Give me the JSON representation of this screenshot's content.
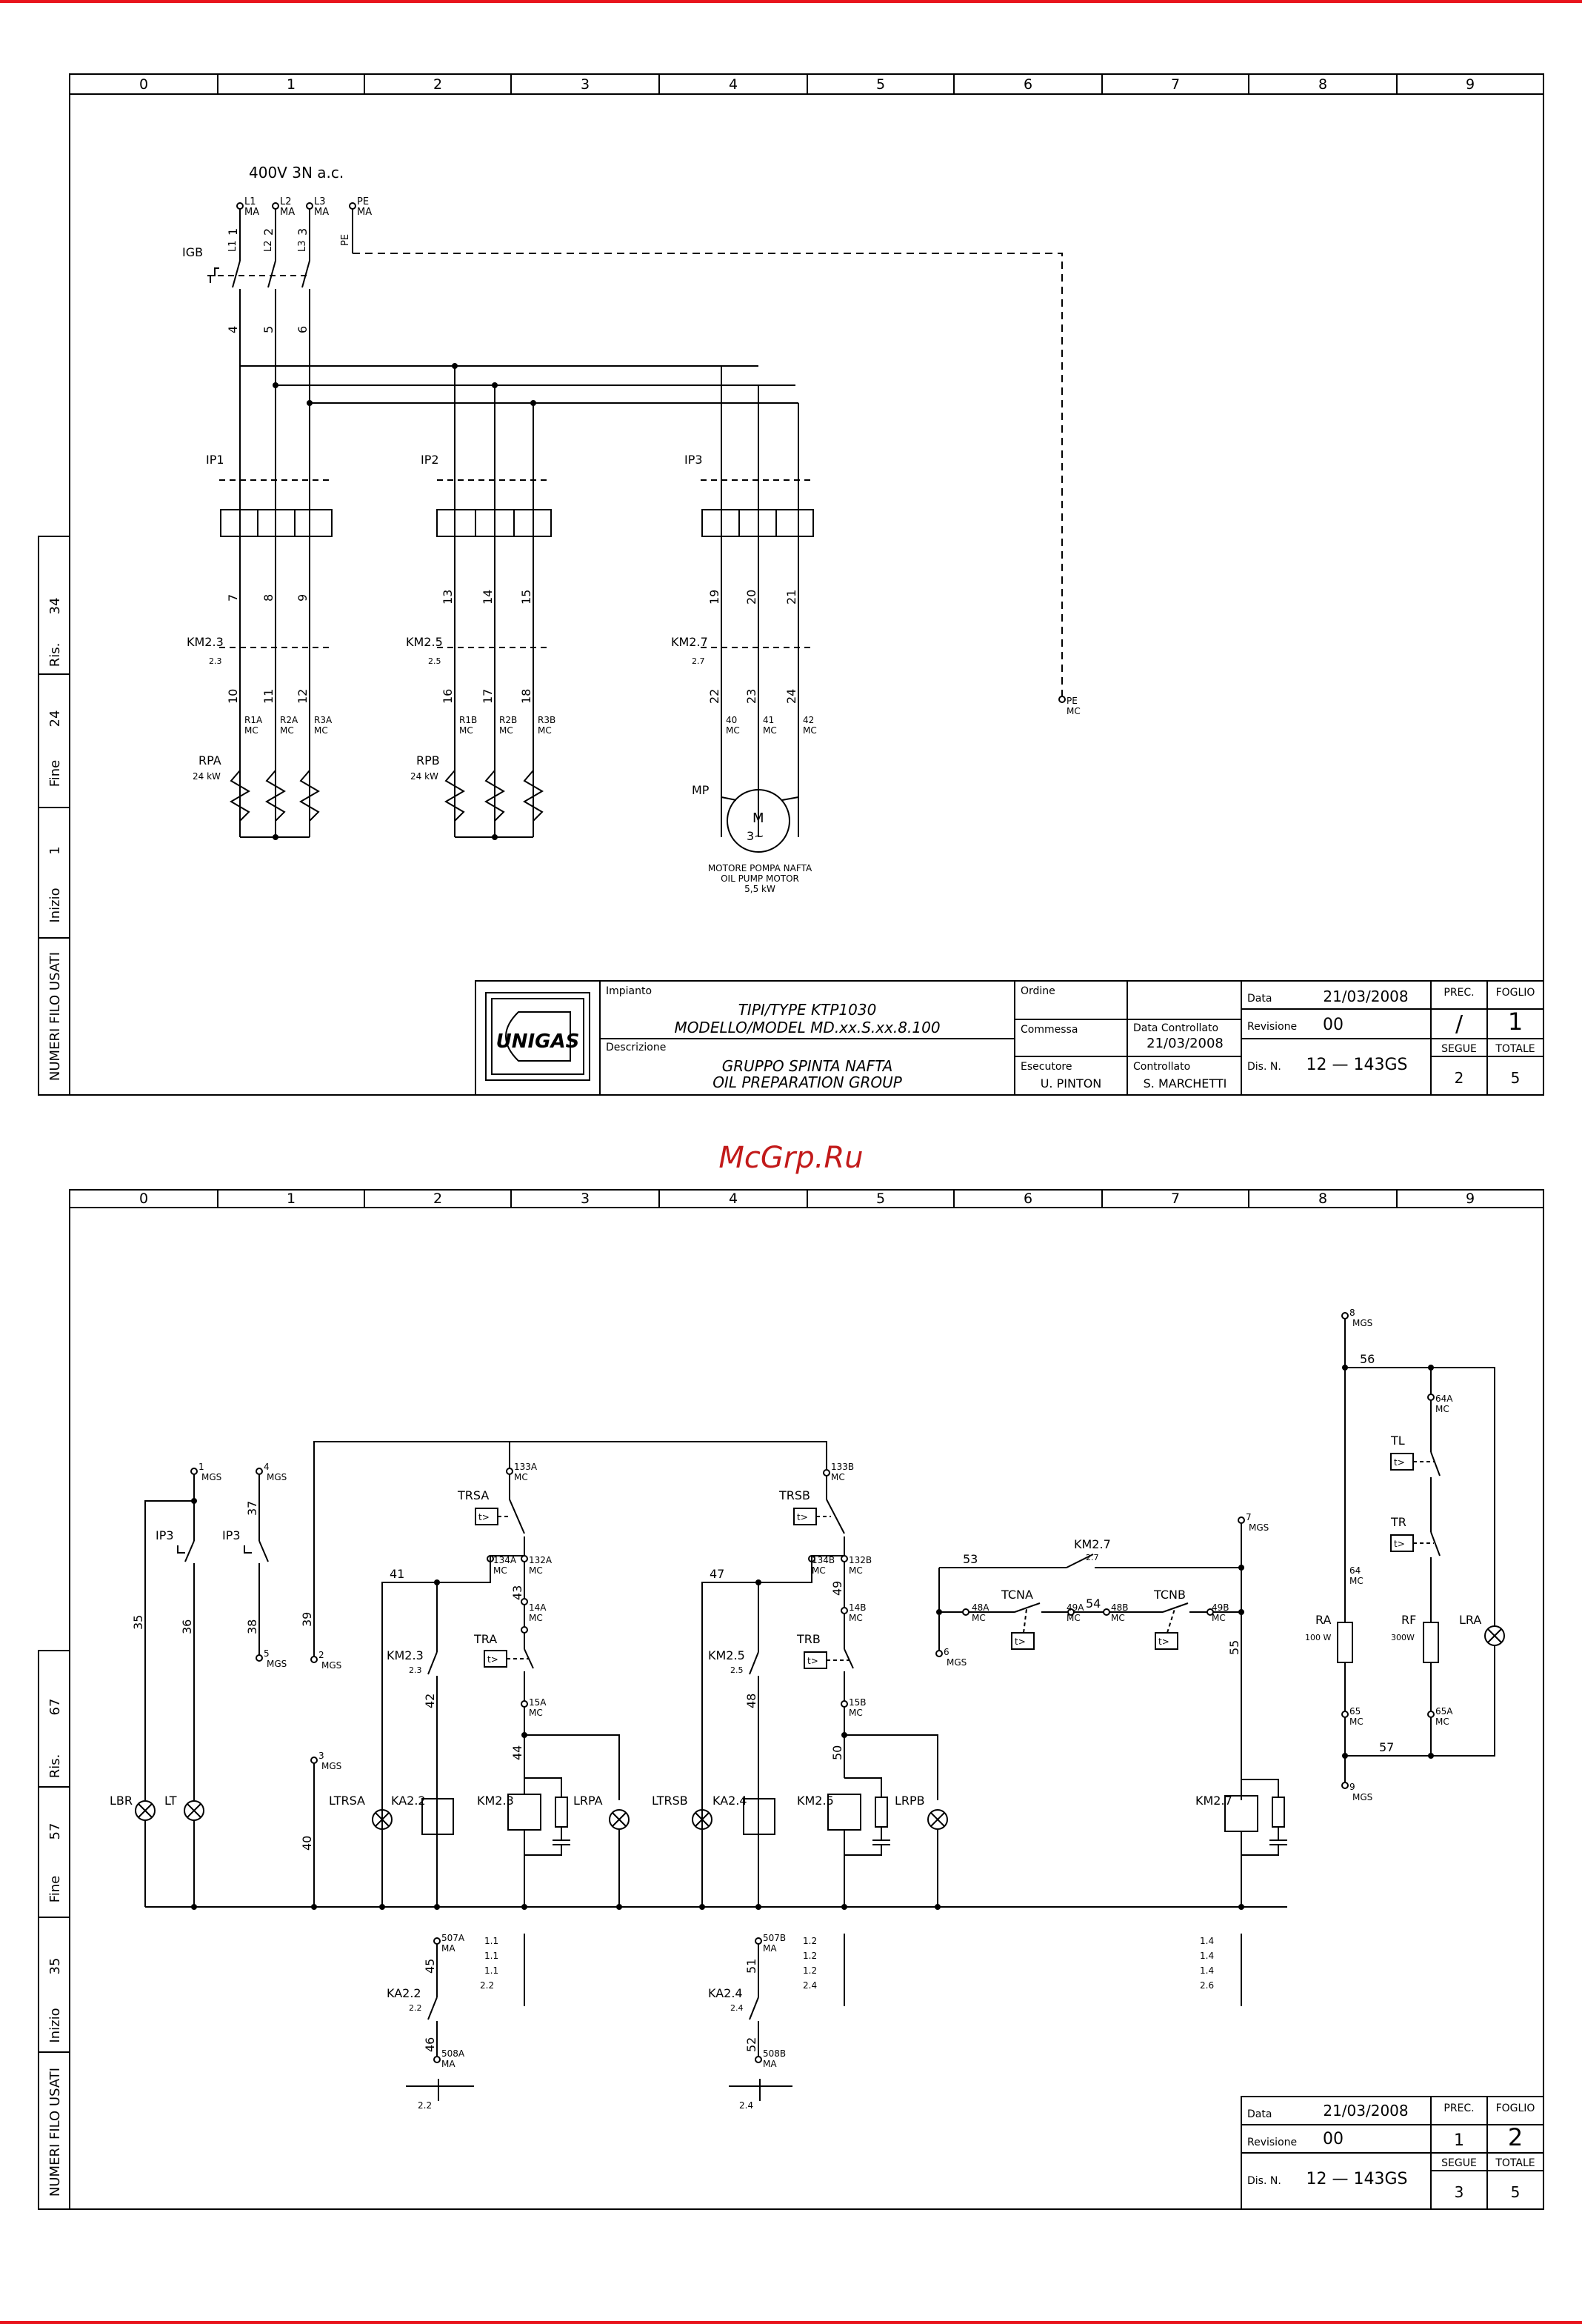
{
  "watermark": "McGrp.Ru",
  "columns": [
    "0",
    "1",
    "2",
    "3",
    "4",
    "5",
    "6",
    "7",
    "8",
    "9"
  ],
  "sheet1": {
    "supply": "400V 3N a.c.",
    "terminals_top": [
      {
        "id": "L1",
        "sub": "MA"
      },
      {
        "id": "L2",
        "sub": "MA"
      },
      {
        "id": "L3",
        "sub": "MA"
      },
      {
        "id": "PE",
        "sub": "MA"
      }
    ],
    "phase_labels": [
      "L1",
      "L2",
      "L3",
      "PE"
    ],
    "wire_top": [
      "1",
      "2",
      "3"
    ],
    "main_switch": "IGB",
    "wire_mid": [
      "4",
      "5",
      "6"
    ],
    "groups": [
      {
        "breaker": "IP1",
        "wires1": [
          "7",
          "8",
          "9"
        ],
        "contactor": "KM2.3",
        "ref": "2.3",
        "wires2": [
          "10",
          "11",
          "12"
        ],
        "terms": [
          "R1A",
          "R2A",
          "R3A"
        ],
        "load": "RPA",
        "rating": "24 kW"
      },
      {
        "breaker": "IP2",
        "wires1": [
          "13",
          "14",
          "15"
        ],
        "contactor": "KM2.5",
        "ref": "2.5",
        "wires2": [
          "16",
          "17",
          "18"
        ],
        "terms": [
          "R1B",
          "R2B",
          "R3B"
        ],
        "load": "RPB",
        "rating": "24 kW"
      },
      {
        "breaker": "IP3",
        "wires1": [
          "19",
          "20",
          "21"
        ],
        "contactor": "KM2.7",
        "ref": "2.7",
        "wires2": [
          "22",
          "23",
          "24"
        ],
        "terms": [
          "40",
          "41",
          "42"
        ],
        "load": "MP",
        "rating": ""
      }
    ],
    "term_sub": "MC",
    "pe_term": {
      "id": "PE",
      "sub": "MC"
    },
    "motor": {
      "symbol": "M",
      "phase": "3~",
      "desc1": "MOTORE POMPA NAFTA",
      "desc2": "OIL PUMP MOTOR",
      "desc3": "5,5 kW"
    },
    "side": [
      {
        "label": "Ris.",
        "value": "34"
      },
      {
        "label": "Fine",
        "value": "24"
      },
      {
        "label": "Inizio",
        "value": "1"
      },
      {
        "label": "NUMERI FILO USATI",
        "value": ""
      }
    ],
    "titleblock": {
      "logo": "UNIGAS",
      "impianto_label": "Impianto",
      "impianto_line1": "TIPI/TYPE  KTP1030",
      "impianto_line2": "MODELLO/MODEL  MD.xx.S.xx.8.100",
      "descrizione_label": "Descrizione",
      "descrizione_line1": "GRUPPO  SPINTA  NAFTA",
      "descrizione_line2": "OIL  PREPARATION  GROUP",
      "ordine_label": "Ordine",
      "commessa_label": "Commessa",
      "esecutore_label": "Esecutore",
      "esecutore": "U.  PINTON",
      "data_controllato_label": "Data Controllato",
      "data_controllato": "21/03/2008",
      "controllato_label": "Controllato",
      "controllato": "S.  MARCHETTI",
      "data_label": "Data",
      "data": "21/03/2008",
      "revisione_label": "Revisione",
      "revisione": "00",
      "dis_label": "Dis. N.",
      "dis": "12  —  143GS",
      "prec_label": "PREC.",
      "prec": "/",
      "foglio_label": "FOGLIO",
      "foglio": "1",
      "segue_label": "SEGUE",
      "segue": "2",
      "totale_label": "TOTALE",
      "totale": "5"
    }
  },
  "sheet2": {
    "side": [
      {
        "label": "Ris.",
        "value": "67"
      },
      {
        "label": "Fine",
        "value": "57"
      },
      {
        "label": "Inizio",
        "value": "35"
      },
      {
        "label": "NUMERI FILO USATI",
        "value": ""
      }
    ],
    "terms": {
      "t1": "1",
      "t4": "4",
      "t2": "2",
      "t5": "5",
      "t3": "3",
      "t6": "6",
      "t7": "7",
      "t8": "8",
      "t9": "9",
      "mgs": "MGS",
      "mc": "MC",
      "ma": "MA",
      "t133A": "133A",
      "t134A": "134A",
      "t132A": "132A",
      "t14A": "14A",
      "t15A": "15A",
      "t133B": "133B",
      "t134B": "134B",
      "t132B": "132B",
      "t14B": "14B",
      "t15B": "15B",
      "t48A": "48A",
      "t49A": "49A",
      "t48B": "48B",
      "t49B": "49B",
      "t64A": "64A",
      "t64": "64",
      "t65": "65",
      "t65A": "65A",
      "t507A": "507A",
      "t508A": "508A",
      "t507B": "507B",
      "t508B": "508B"
    },
    "wires": {
      "w35": "35",
      "w36": "36",
      "w37": "37",
      "w38": "38",
      "w39": "39",
      "w40": "40",
      "w41": "41",
      "w42": "42",
      "w43": "43",
      "w44": "44",
      "w45": "45",
      "w46": "46",
      "w47": "47",
      "w48": "48",
      "w49": "49",
      "w50": "50",
      "w51": "51",
      "w52": "52",
      "w53": "53",
      "w54": "54",
      "w55": "55",
      "w56": "56",
      "w57": "57"
    },
    "labels": {
      "IP3a": "IP3",
      "IP3b": "IP3",
      "TRSA": "TRSA",
      "TRSB": "TRSB",
      "TRA": "TRA",
      "TRB": "TRB",
      "KM23": "KM2.3",
      "KM23ref": "2.3",
      "KM25": "KM2.5",
      "KM25ref": "2.5",
      "KM27": "KM2.7",
      "KM27ref": "2.7",
      "TCNA": "TCNA",
      "TCNB": "TCNB",
      "TL": "TL",
      "TR": "TR",
      "RA": "RA",
      "RAval": "100 W",
      "RF": "RF",
      "RFval": "300W",
      "LRA": "LRA",
      "LBR": "LBR",
      "LT": "LT",
      "LTRSA": "LTRSA",
      "KA22": "KA2.2",
      "KM23coil": "KM2.3",
      "LRPA": "LRPA",
      "LTRSB": "LTRSB",
      "KA24": "KA2.4",
      "KM25coil": "KM2.5",
      "LRPB": "LRPB",
      "KM27coil": "KM2.7",
      "KA22b": "KA2.2",
      "KA22ref": "2.2",
      "KA24b": "KA2.4",
      "KA24ref": "2.4",
      "timer": "t>"
    },
    "xref1": [
      "1.1",
      "1.1",
      "1.1",
      "2.2"
    ],
    "xref2": [
      "1.2",
      "1.2",
      "1.2",
      "2.4"
    ],
    "xref3": [
      "1.4",
      "1.4",
      "1.4",
      "2.6"
    ],
    "bottom_refs": [
      "2.2",
      "2.4"
    ],
    "titleblock": {
      "data_label": "Data",
      "data": "21/03/2008",
      "revisione_label": "Revisione",
      "revisione": "00",
      "dis_label": "Dis. N.",
      "dis": "12  —  143GS",
      "prec_label": "PREC.",
      "prec": "1",
      "foglio_label": "FOGLIO",
      "foglio": "2",
      "segue_label": "SEGUE",
      "segue": "3",
      "totale_label": "TOTALE",
      "totale": "5"
    }
  }
}
